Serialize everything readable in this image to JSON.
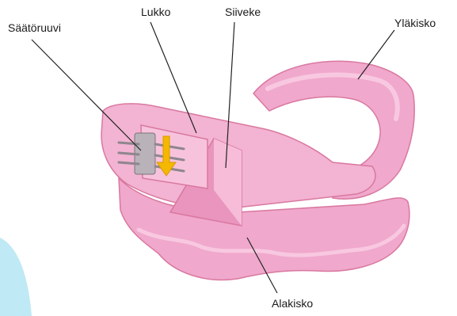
{
  "labels": {
    "adjust_screw": "Säätöruuvi",
    "lock": "Lukko",
    "wing": "Siiveke",
    "upper_splint": "Yläkisko",
    "lower_splint": "Alakisko"
  },
  "colors": {
    "splint_main": "#f0a8cc",
    "splint_light": "#f8c8e0",
    "splint_dark": "#d9789f",
    "metal": "#b9b2b9",
    "arrow": "#f5b800",
    "leader": "#222222",
    "backdrop": "#bfe9f5"
  }
}
